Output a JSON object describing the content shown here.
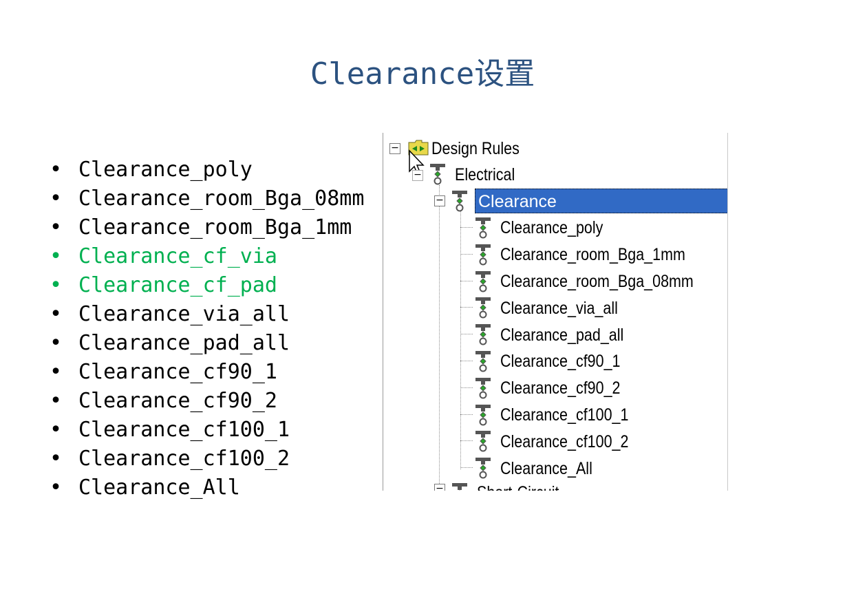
{
  "title": "Clearance设置",
  "bullet_glyph": "•",
  "bullets": [
    {
      "text": "Clearance_poly",
      "highlight": false
    },
    {
      "text": "Clearance_room_Bga_08mm",
      "highlight": false
    },
    {
      "text": "Clearance_room_Bga_1mm",
      "highlight": false
    },
    {
      "text": "Clearance_cf_via",
      "highlight": true
    },
    {
      "text": "Clearance_cf_pad",
      "highlight": true
    },
    {
      "text": "Clearance_via_all",
      "highlight": false
    },
    {
      "text": "Clearance_pad_all",
      "highlight": false
    },
    {
      "text": "Clearance_cf90_1",
      "highlight": false
    },
    {
      "text": "Clearance_cf90_2",
      "highlight": false
    },
    {
      "text": "Clearance_cf100_1",
      "highlight": false
    },
    {
      "text": "Clearance_cf100_2",
      "highlight": false
    },
    {
      "text": "Clearance_All",
      "highlight": false
    }
  ],
  "highlight_color": "#00b050",
  "title_color": "#2c5280",
  "tree": {
    "root_label": "Design Rules",
    "root_expander": "−",
    "category_label": "Electrical",
    "category_expander": "−",
    "selected_label": "Clearance",
    "selected_expander": "−",
    "selected_color": "#316ac5",
    "rules": [
      "Clearance_poly",
      "Clearance_room_Bga_1mm",
      "Clearance_room_Bga_08mm",
      "Clearance_via_all",
      "Clearance_pad_all",
      "Clearance_cf90_1",
      "Clearance_cf90_2",
      "Clearance_cf100_1",
      "Clearance_cf100_2",
      "Clearance_All"
    ],
    "next_label": "Short-Circuit",
    "icons": {
      "root": "folder-icon",
      "rule": "rule-icon",
      "pointer": "cursor-icon"
    }
  }
}
